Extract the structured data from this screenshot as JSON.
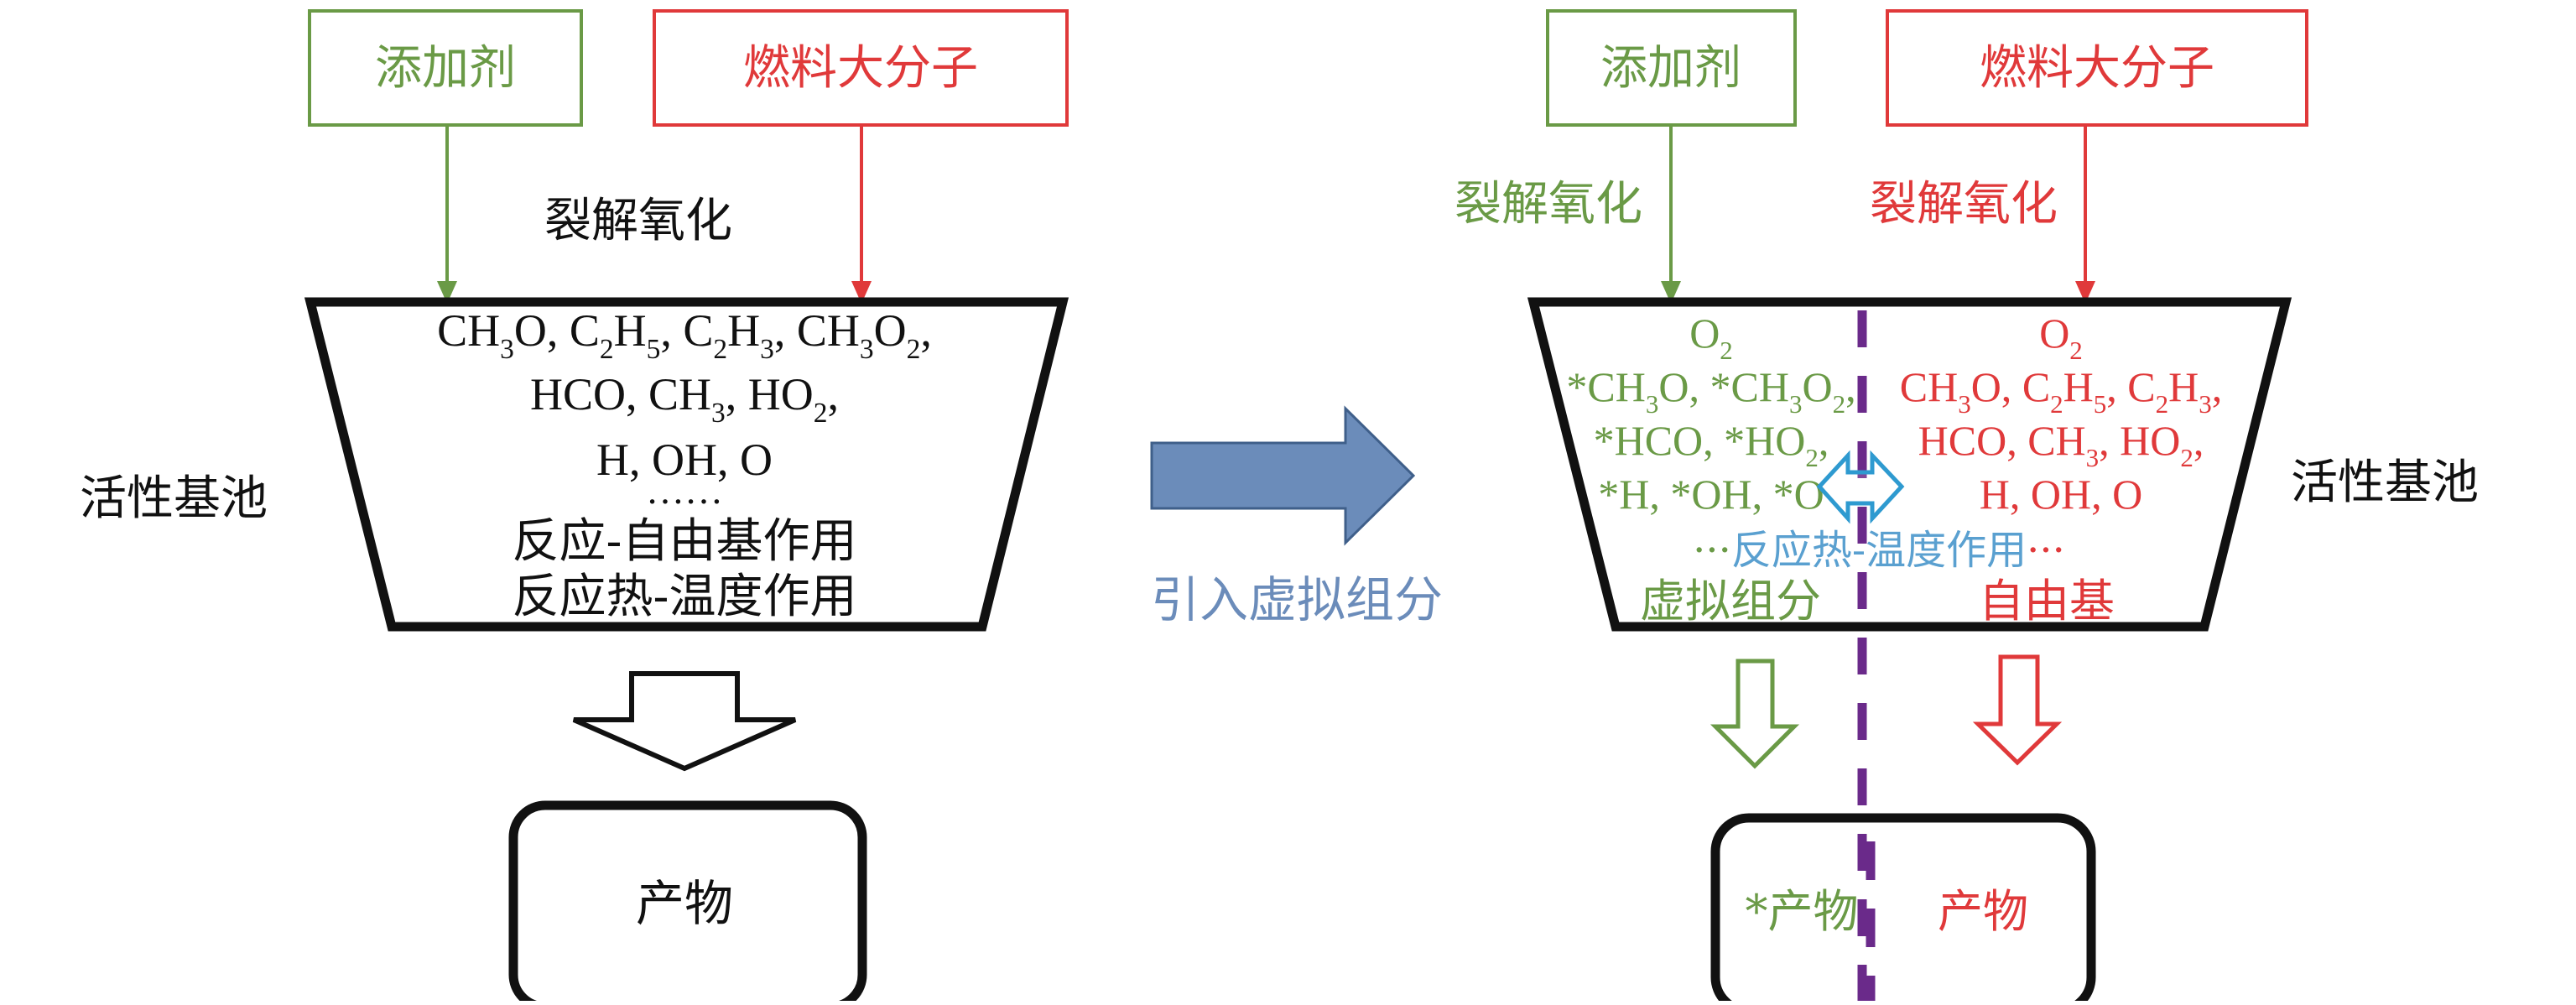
{
  "colors": {
    "green": "#6a9a46",
    "red": "#e0393a",
    "black": "#111111",
    "blue_arrow_fill": "#6b8cba",
    "blue_arrow_stroke": "#3f5f8a",
    "blue_text": "#6b8cba",
    "cyan_arrow": "#2e9ad0",
    "cyan_text": "#5aa0d0",
    "purple": "#6a2a8a"
  },
  "left": {
    "additive_box": "添加剂",
    "fuel_box": "燃料大分子",
    "cracking_label": "裂解氧化",
    "pool_label": "活性基池",
    "pool_lines": [
      [
        [
          "CH",
          "3",
          "O, "
        ],
        [
          "C",
          "2",
          ""
        ],
        [
          "H",
          "5",
          ", "
        ],
        [
          "C",
          "2",
          ""
        ],
        [
          "H",
          "3",
          ", "
        ],
        [
          "CH",
          "3",
          ""
        ],
        [
          "O",
          "2",
          ","
        ]
      ],
      [
        [
          "HCO, CH",
          "3",
          ", "
        ],
        [
          "HO",
          "2",
          ","
        ]
      ],
      [
        [
          "H, OH, O",
          "",
          ""
        ]
      ]
    ],
    "ellipsis": "……",
    "effect_radical": "反应-自由基作用",
    "effect_heat": "反应热-温度作用",
    "product": "产物"
  },
  "middle": {
    "label": "引入虚拟组分"
  },
  "right": {
    "additive_box": "添加剂",
    "fuel_box": "燃料大分子",
    "cracking_label_additive": "裂解氧化",
    "cracking_label_fuel": "裂解氧化",
    "pool_label": "活性基池",
    "virtual_lines": [
      [
        [
          "O",
          "2",
          ""
        ]
      ],
      [
        [
          "*CH",
          "3",
          "O, "
        ],
        [
          "*CH",
          "3",
          ""
        ],
        [
          "O",
          "2",
          ","
        ]
      ],
      [
        [
          "*HCO, *HO",
          "2",
          ","
        ]
      ],
      [
        [
          "*H, *OH, *O",
          "",
          ""
        ]
      ]
    ],
    "radical_lines": [
      [
        [
          "O",
          "2",
          ""
        ]
      ],
      [
        [
          "CH",
          "3",
          "O, "
        ],
        [
          "C",
          "2",
          ""
        ],
        [
          "H",
          "5",
          ", "
        ],
        [
          "C",
          "2",
          ""
        ],
        [
          "H",
          "3",
          ","
        ]
      ],
      [
        [
          "HCO, CH",
          "3",
          ", "
        ],
        [
          "HO",
          "2",
          ","
        ]
      ],
      [
        [
          "H, OH, O",
          "",
          ""
        ]
      ]
    ],
    "heat_effect": {
      "prefix": "···",
      "text": "反应热-温度作用",
      "suffix": "···"
    },
    "virtual_component_label": "虚拟组分",
    "radical_label": "自由基",
    "virtual_product": "*产物",
    "product": "产物"
  }
}
